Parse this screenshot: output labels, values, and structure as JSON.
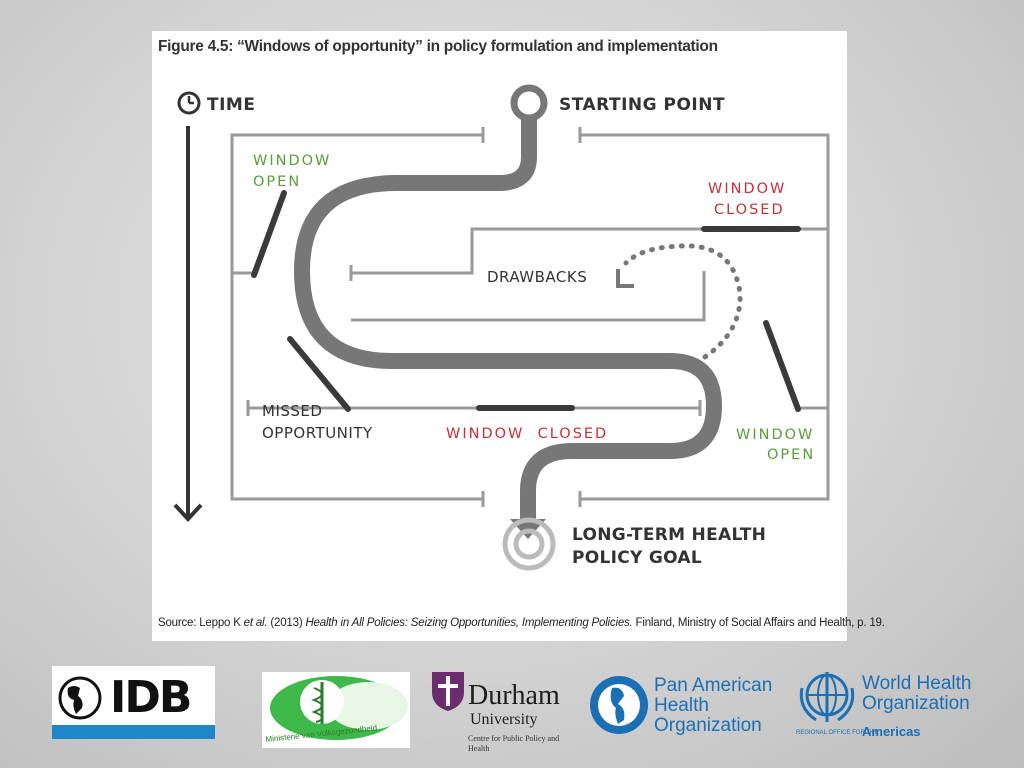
{
  "figure": {
    "title": "Figure 4.5: “Windows of opportunity” in policy formulation and implementation",
    "source_prefix": "Source: Leppo K ",
    "source_etal": "et al.",
    "source_mid": " (2013) ",
    "source_italic": "Health in All Policies: Seizing Opportunities, Implementing Policies.",
    "source_suffix": " Finland, Ministry of Social Affairs and Health, p. 19."
  },
  "diagram": {
    "time": "TIME",
    "starting_point": "STARTING POINT",
    "window_open_left_1": "WINDOW",
    "window_open_left_2": "OPEN",
    "window_closed_top_1": "WINDOW",
    "window_closed_top_2": "CLOSED",
    "drawbacks": "DRAWBACKS",
    "missed_1": "MISSED",
    "missed_2": "OPPORTUNITY",
    "window_closed_bottom": "WINDOW  CLOSED",
    "window_open_right_1": "WINDOW",
    "window_open_right_2": "OPEN",
    "goal_1": "LONG-TERM HEALTH",
    "goal_2": "POLICY GOAL",
    "colors": {
      "open": "#5a9e3a",
      "closed": "#c8303a",
      "path": "#7a7a7a",
      "frame": "#9a9a9a",
      "text": "#333333"
    }
  },
  "logos": {
    "idb": "IDB",
    "ministerie": "Ministerie van Volksgezondheid",
    "durham_1": "Durham",
    "durham_2": "University",
    "durham_3": "Centre for Public Policy and Health",
    "paho_1": "Pan American",
    "paho_2": "Health",
    "paho_3": "Organization",
    "who_1": "World Health",
    "who_2": "Organization",
    "who_regional": "REGIONAL OFFICE FOR THE",
    "who_americas": "Americas"
  }
}
